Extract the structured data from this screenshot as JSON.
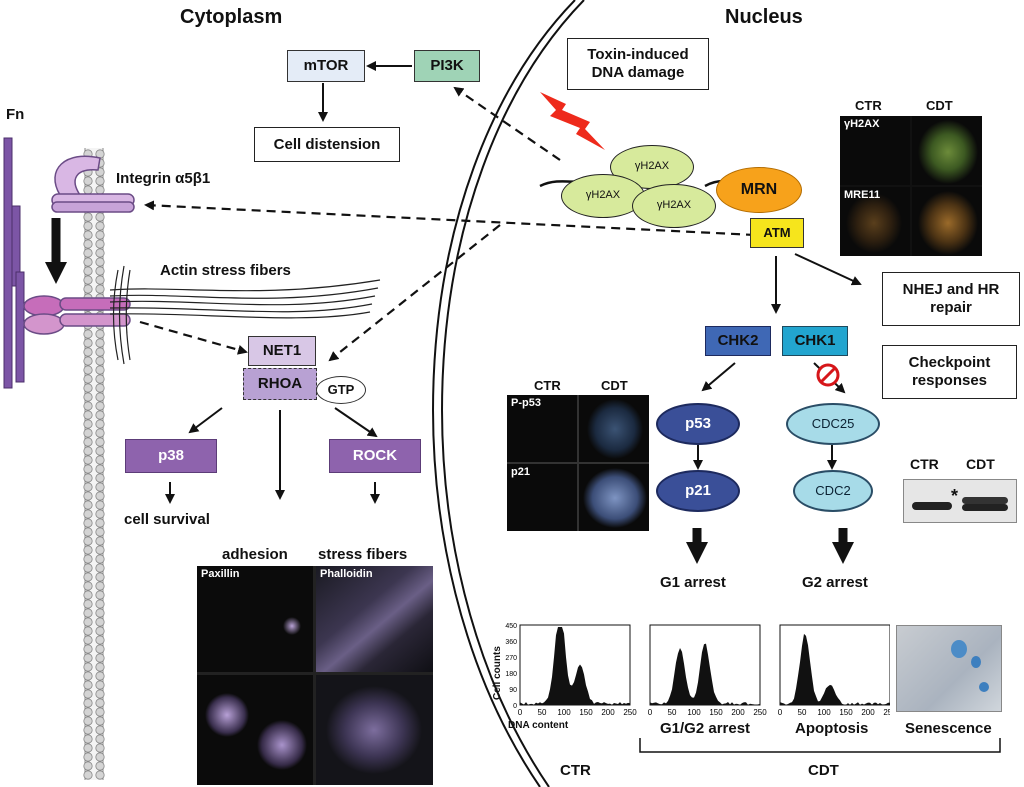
{
  "headers": {
    "cytoplasm": "Cytoplasm",
    "nucleus": "Nucleus"
  },
  "labels": {
    "fn": "Fn",
    "integrin": "Integrin α5β1",
    "actin_fibers": "Actin stress fibers",
    "cell_survival": "cell survival",
    "adhesion": "adhesion",
    "stress_fibers": "stress fibers",
    "ctr_bottom": "CTR",
    "cdt_bottom": "CDT",
    "g1_arrest": "G1 arrest",
    "g2_arrest": "G2 arrest",
    "asterisk": "*"
  },
  "boxes": {
    "mtor": "mTOR",
    "pi3k": "PI3K",
    "cell_distension": "Cell distension",
    "toxin_line1": "Toxin-induced",
    "toxin_line2": "DNA damage",
    "net1": "NET1",
    "rhoa": "RHOA",
    "gtp": "GTP",
    "p38": "p38",
    "rock": "ROCK",
    "mrn": "MRN",
    "atm": "ATM",
    "chk2": "CHK2",
    "chk1": "CHK1",
    "nhej_line1": "NHEJ and HR",
    "nhej_line2": "repair",
    "checkpoint_line1": "Checkpoint",
    "checkpoint_line2": "responses",
    "p53": "p53",
    "p21": "p21",
    "cdc25": "CDC25",
    "cdc2": "CDC2",
    "h2ax": "γH2AX"
  },
  "micrographs": {
    "top_ctr": "CTR",
    "top_cdt": "CDT",
    "gh2ax": "γH2AX",
    "mre11": "MRE11",
    "mid_ctr": "CTR",
    "mid_cdt": "CDT",
    "pp53": "P-p53",
    "p21": "p21",
    "blot_ctr": "CTR",
    "blot_cdt": "CDT",
    "paxillin": "Paxillin",
    "phalloidin": "Phalloidin"
  },
  "histograms": {
    "ylabel": "Cell counts",
    "xlabel": "DNA content",
    "xticks": [
      "0",
      "50",
      "100",
      "150",
      "200",
      "250"
    ],
    "yticks": [
      "0",
      "90",
      "180",
      "270",
      "360",
      "450"
    ],
    "captions": [
      "G1/G2 arrest",
      "Apoptosis",
      "Senescence"
    ]
  },
  "colors": {
    "h2ax": "#d7ea9c",
    "mrn": "#f7a21b",
    "atm": "#f6e51c",
    "pi3k": "#9fd3b6",
    "mtor": "#e4ecf7",
    "chk2": "#3f68b5",
    "chk1": "#22a5cf",
    "purple": "#8e63ad",
    "net1": "#d8c7e6",
    "lightning": "#ee2a1b"
  }
}
